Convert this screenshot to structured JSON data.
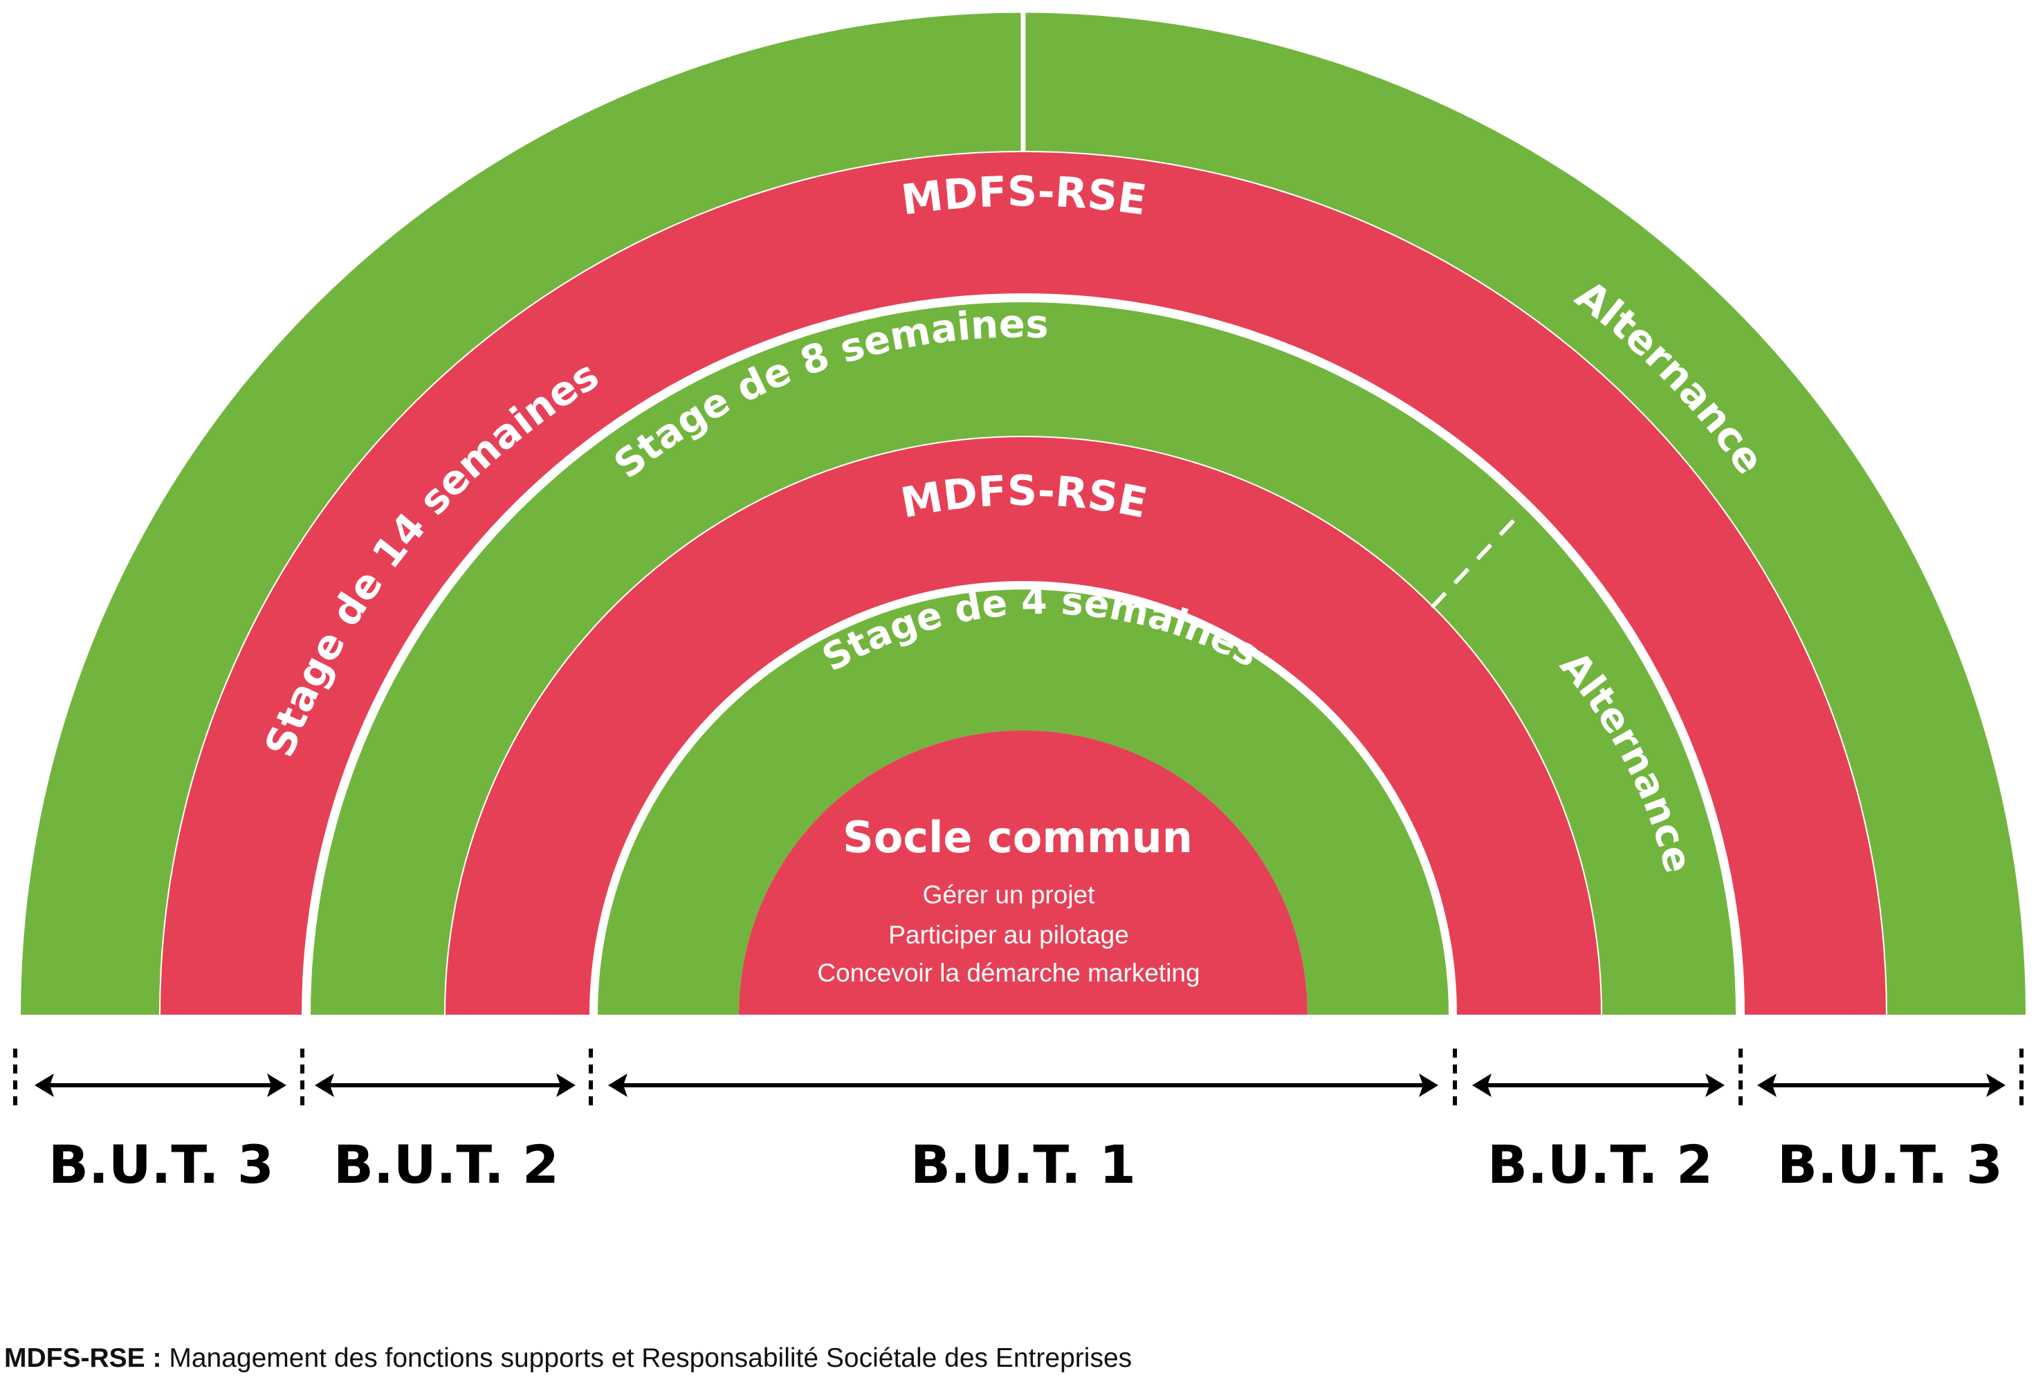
{
  "colors": {
    "green": "#72b53e",
    "red": "#e64057",
    "white": "#ffffff",
    "text": "#000000"
  },
  "rings": [
    {
      "id": "ring-1",
      "color": "green",
      "left_label": "Stage de 14 semaines",
      "right_label": "Alternance"
    },
    {
      "id": "ring-2",
      "color": "red",
      "label": "MDFS-RSE"
    },
    {
      "id": "ring-3",
      "color": "green",
      "left_label": "Stage de 8 semaines",
      "right_label": "Alternance"
    },
    {
      "id": "ring-4",
      "color": "red",
      "label": "MDFS-RSE"
    },
    {
      "id": "ring-5",
      "color": "green",
      "label": "Stage de 4 semaines"
    }
  ],
  "core": {
    "title": "Socle commun",
    "items": [
      "Gérer un projet",
      "Participer au pilotage",
      "Concevoir la démarche marketing"
    ]
  },
  "timeline": [
    "B.U.T. 3",
    "B.U.T. 2",
    "B.U.T. 1",
    "B.U.T. 2",
    "B.U.T. 3"
  ],
  "footnote": {
    "abbr": "MDFS-RSE :",
    "text": "Management des fonctions supports et Responsabilité Sociétale des Entreprises"
  }
}
